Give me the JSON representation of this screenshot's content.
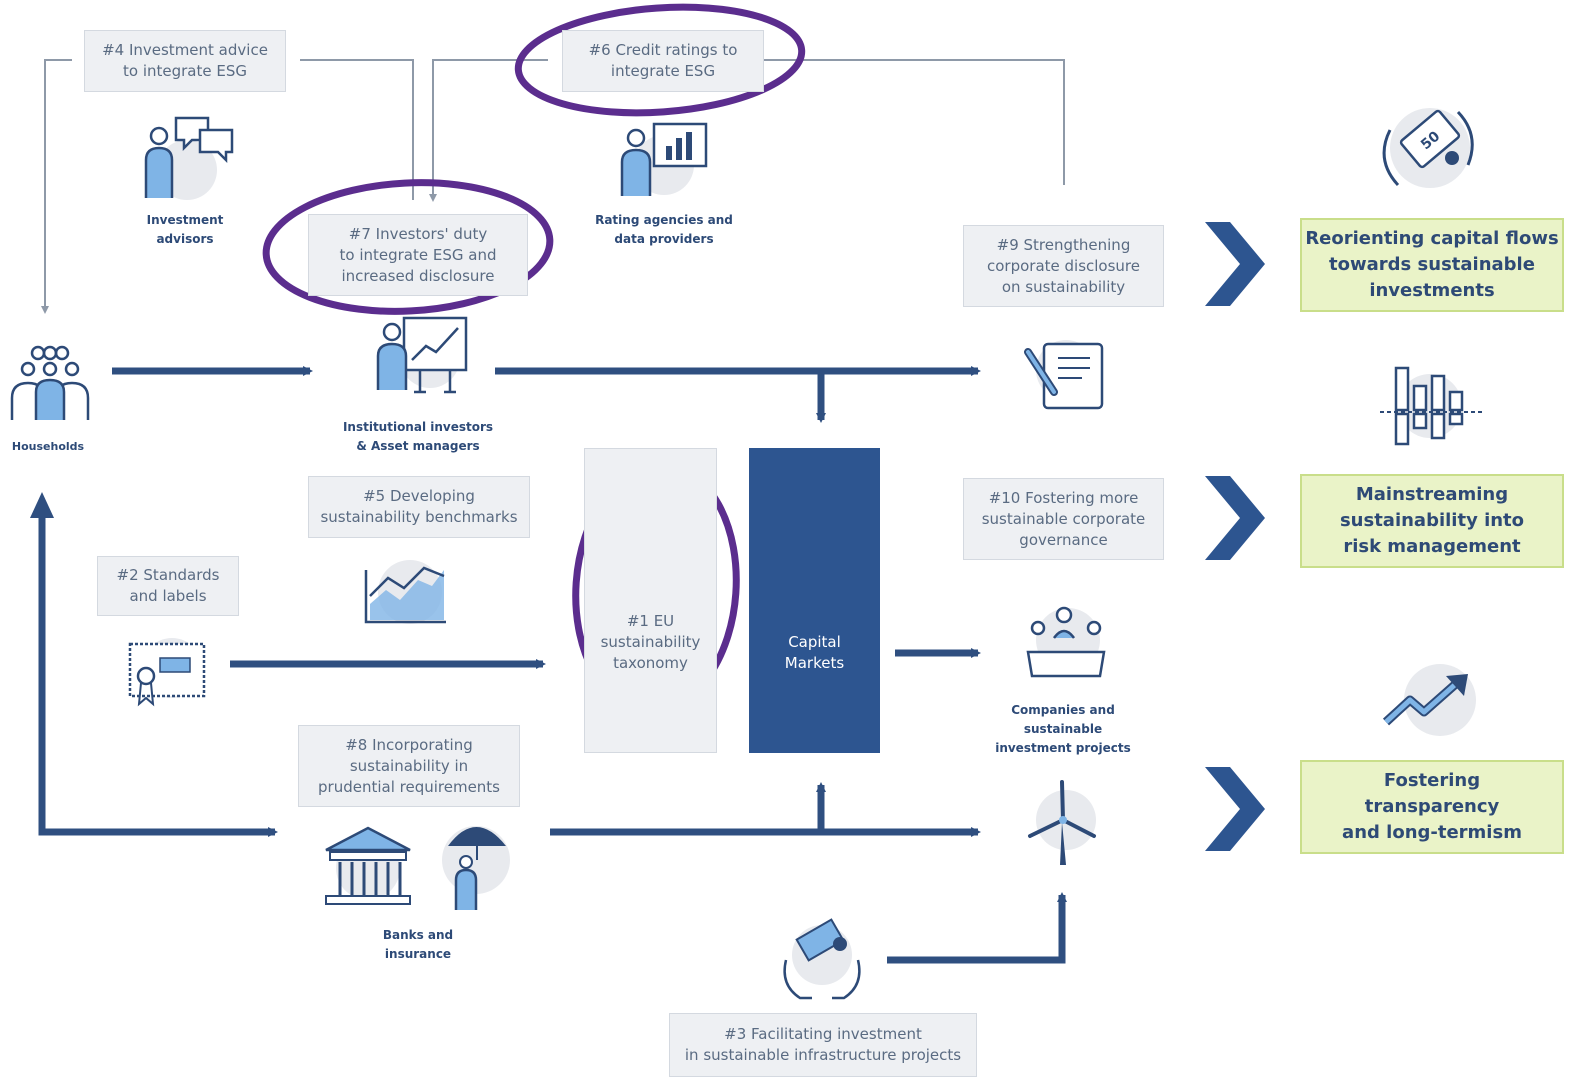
{
  "actors": {
    "households": "Households",
    "investment_advisors": "Investment\nadvisors",
    "rating_agencies": "Rating agencies and\ndata providers",
    "institutional_investors": "Institutional investors\n& Asset managers",
    "companies": "Companies and\nsustainable\ninvestment projects",
    "banks": "Banks and\ninsurance"
  },
  "actions": {
    "a1": "#1 EU\nsustainability\ntaxonomy",
    "a2": "#2 Standards\nand labels",
    "a3": "#3 Facilitating investment\nin sustainable infrastructure projects",
    "a4": "#4 Investment advice\nto integrate ESG",
    "a5": "#5 Developing\nsustainability benchmarks",
    "a6": "#6 Credit ratings to\nintegrate ESG",
    "a7": "#7 Investors' duty\nto integrate ESG and\nincreased disclosure",
    "a8": "#8 Incorporating\nsustainability in\nprudential requirements",
    "a9": "#9 Strengthening\ncorporate disclosure\non sustainability",
    "a10": "#10 Fostering more\nsustainable corporate\ngovernance"
  },
  "capital_markets": "Capital\nMarkets",
  "goals": {
    "g1": "Reorienting capital flows\ntowards sustainable\ninvestments",
    "g2": "Mainstreaming\nsustainability into\nrisk management",
    "g3": "Fostering\ntransparency\nand long-termism"
  },
  "icon_text": {
    "money_note": "50"
  },
  "colors": {
    "navy": "#2d5590",
    "arrow": "#2f4f80",
    "line_gray": "#8e99a8",
    "icon_light": "#7fb4e6",
    "goal_fill": "#eaf3c8",
    "goal_border": "#c9de8a",
    "highlight": "#5b2d8e"
  }
}
